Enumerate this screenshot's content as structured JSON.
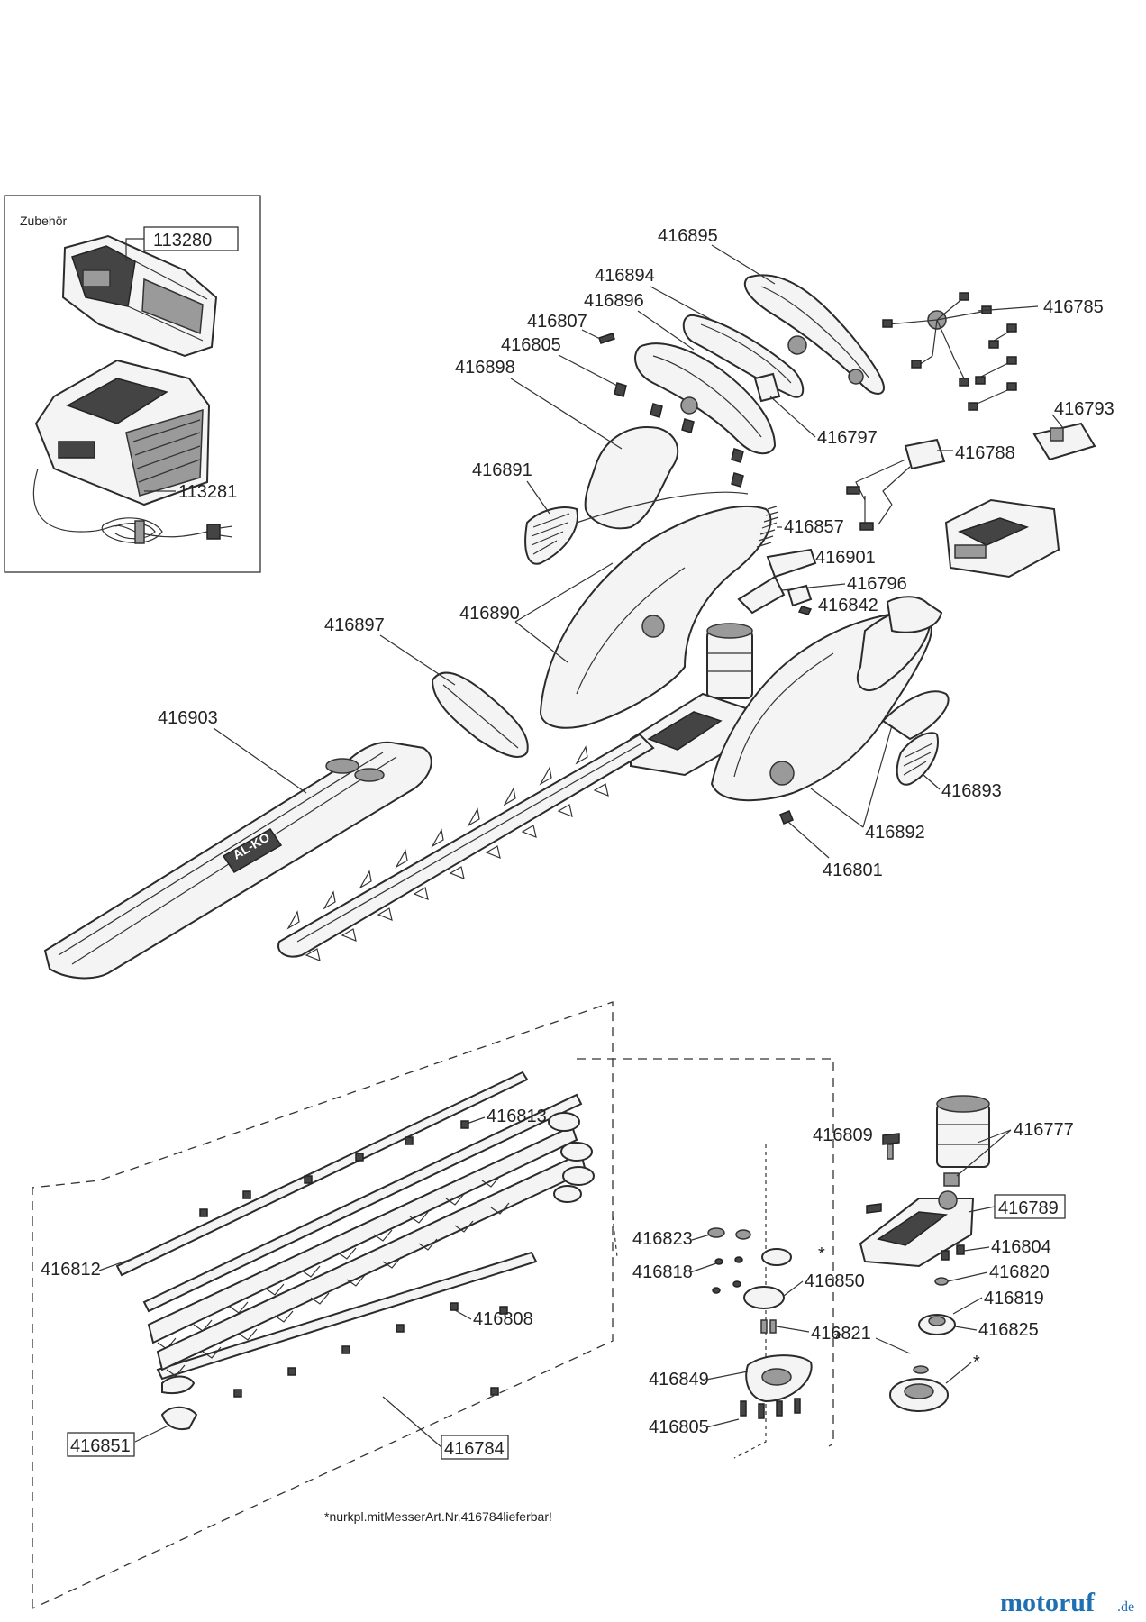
{
  "accessories": {
    "title": "Zubehör",
    "battery_part": "113280",
    "charger_part": "113281"
  },
  "labels": {
    "p416895": "416895",
    "p416894": "416894",
    "p416896": "416896",
    "p416807": "416807",
    "p416805a": "416805",
    "p416898": "416898",
    "p416785": "416785",
    "p416797": "416797",
    "p416793": "416793",
    "p416788": "416788",
    "p416891": "416891",
    "p416857": "416857",
    "p416901": "416901",
    "p416796": "416796",
    "p416842": "416842",
    "p416890": "416890",
    "p416897": "416897",
    "p416903": "416903",
    "p416893": "416893",
    "p416892": "416892",
    "p416801": "416801",
    "p416813": "416813",
    "p416812": "416812",
    "p416808": "416808",
    "p416851": "416851",
    "p416784": "416784",
    "p416809": "416809",
    "p416777": "416777",
    "p416789": "416789",
    "p416804": "416804",
    "p416823": "416823",
    "p416818": "416818",
    "p416850": "416850",
    "p416820": "416820",
    "p416819": "416819",
    "p416825": "416825",
    "p416821": "416821",
    "p416849": "416849",
    "p416805b": "416805"
  },
  "asterisks": [
    "*",
    "*",
    "*"
  ],
  "footnote": "*nurkpl.mitMesserArt.Nr.416784lieferbar!",
  "watermark": {
    "brand": "motoruf",
    "tld": ".de"
  },
  "blade_brand": "AL-KO"
}
